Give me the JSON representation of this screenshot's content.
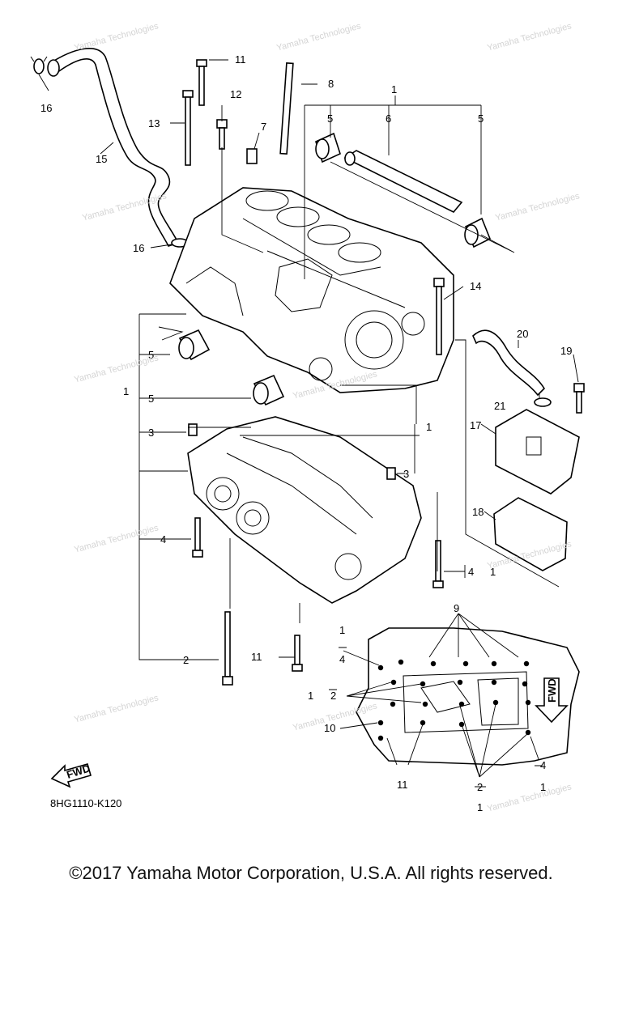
{
  "callouts": {
    "c1_top": "1",
    "c5_a": "5",
    "c6": "6",
    "c5_b": "5",
    "c8": "8",
    "c11_top": "11",
    "c12": "12",
    "c13": "13",
    "c7": "7",
    "c16_top": "16",
    "c15": "15",
    "c16_mid": "16",
    "c14": "14",
    "c20": "20",
    "c19": "19",
    "c21": "21",
    "c17": "17",
    "c18": "18",
    "c5_left1": "5",
    "c1_left": "1",
    "c5_left2": "5",
    "c3_left": "3",
    "c1_right": "1",
    "c3_right": "3",
    "c4_left": "4",
    "c2_left": "2",
    "c4_right": "4",
    "c1_r4": "1",
    "c11_bottom": "11",
    "c9": "9",
    "c1_b1": "1",
    "c4_b1": "4",
    "c1_b2": "1",
    "c2_b2": "2",
    "c10": "10",
    "c11_b3": "11",
    "c2_b4": "2",
    "c1_b4": "1",
    "c4_b5": "4",
    "c1_b5": "1"
  },
  "fwd_label": "FWD",
  "fwd_label_bottom": "FWD",
  "diagram_code": "8HG1110-K120",
  "copyright": "©2017 Yamaha Motor Corporation, U.S.A. All rights reserved.",
  "watermark": "Yamaha Technologies"
}
